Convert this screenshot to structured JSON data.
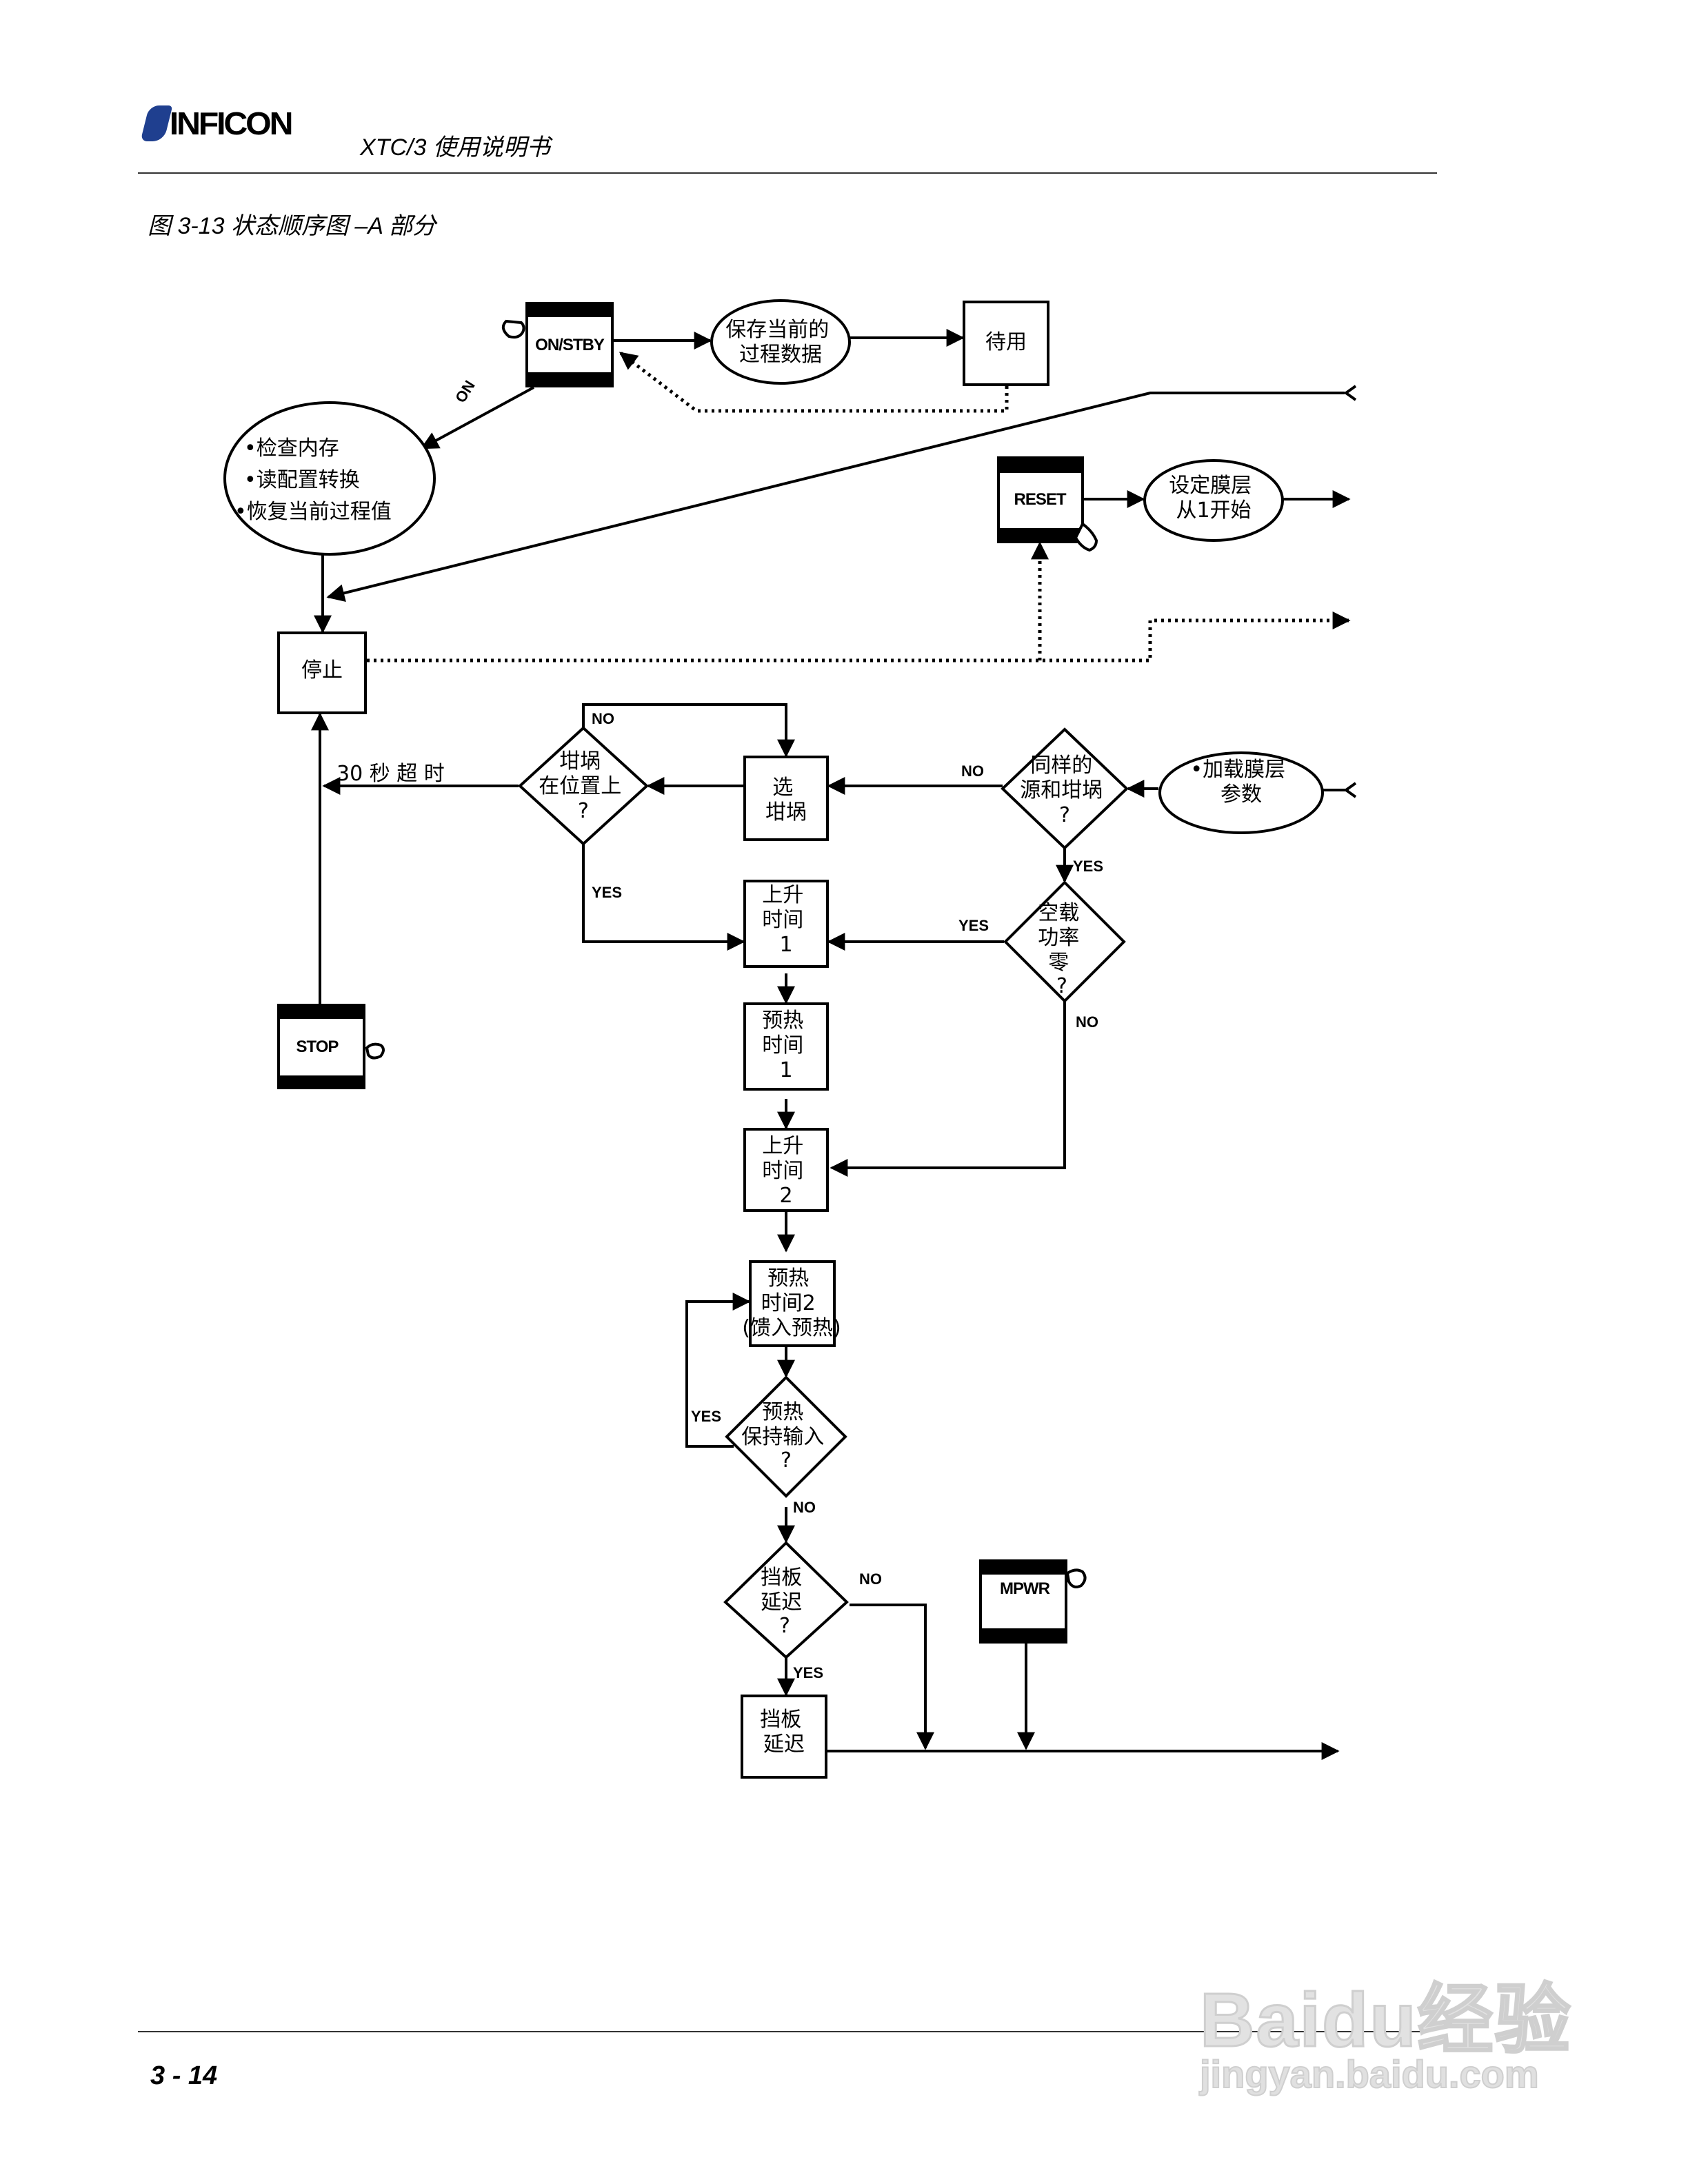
{
  "header": {
    "brand": "INFICON",
    "doc_title": "XTC/3 使用说明书"
  },
  "figure": {
    "caption": "图 3-13    状态顺序图 –A 部分"
  },
  "buttons": {
    "on_stby": "ON/STBY",
    "reset": "RESET",
    "stop": "STOP",
    "mpwr": "MPWR"
  },
  "nodes": {
    "save_data": [
      "保存当前的",
      "过程数据"
    ],
    "standby": [
      "待用"
    ],
    "startup": [
      "•检查内存",
      "•读配置转换",
      "•恢复当前过程值"
    ],
    "set_layer": [
      "设定膜层",
      "从1开始"
    ],
    "stopped": [
      "停止"
    ],
    "crucible_in_position": [
      "坩埚",
      "在位置上",
      "?"
    ],
    "select_crucible": [
      "选",
      "坩埚"
    ],
    "same_source": [
      "同样的",
      "源和坩埚",
      "?"
    ],
    "load_params": [
      "•加载膜层",
      "参数"
    ],
    "idle_power_zero": [
      "空载",
      "功率",
      "零",
      "?"
    ],
    "rise_time_1": [
      "上升",
      "时间",
      "1"
    ],
    "soak_time_1": [
      "预热",
      "时间",
      "1"
    ],
    "rise_time_2": [
      "上升",
      "时间",
      "2"
    ],
    "soak_time_2": [
      "预热",
      "时间2",
      "(馈入预热)"
    ],
    "soak_hold": [
      "预热",
      "保持输入",
      "?"
    ],
    "shutter_delay_q": [
      "挡板",
      "延迟",
      "?"
    ],
    "shutter_delay": [
      "挡板",
      "延迟"
    ]
  },
  "labels": {
    "on": "ON",
    "timeout": "30  秒  超  时",
    "no": "NO",
    "yes": "YES"
  },
  "footer": {
    "page_number": "3 - 14"
  },
  "watermark": {
    "brand": "Baidu经验",
    "url": "jingyan.baidu.com"
  },
  "colors": {
    "logo_blue": "#1f3f8f",
    "ink": "#000000",
    "watermark": "#d8d8d8"
  }
}
